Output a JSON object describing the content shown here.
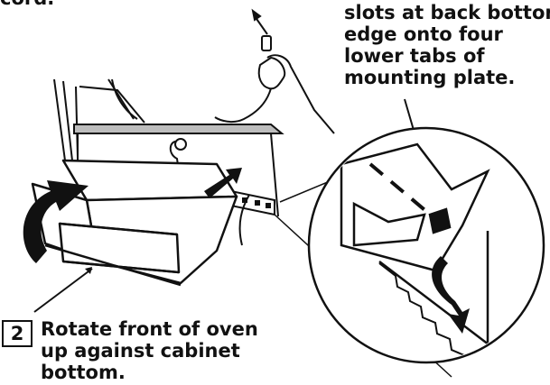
{
  "captions": {
    "top_left_fragment": "cord.",
    "top_right": "slots at back bottom\nedge onto four\nlower tabs of\nmounting plate.",
    "bottom": "Rotate front of oven\nup against cabinet\nbottom."
  },
  "step": {
    "number": "2"
  },
  "colors": {
    "ink": "#111111",
    "gray": "#bdbdbd",
    "white": "#ffffff"
  },
  "icons": [
    "curved-rotation-arrow-icon",
    "push-arrow-icon",
    "down-arrow-icon"
  ]
}
